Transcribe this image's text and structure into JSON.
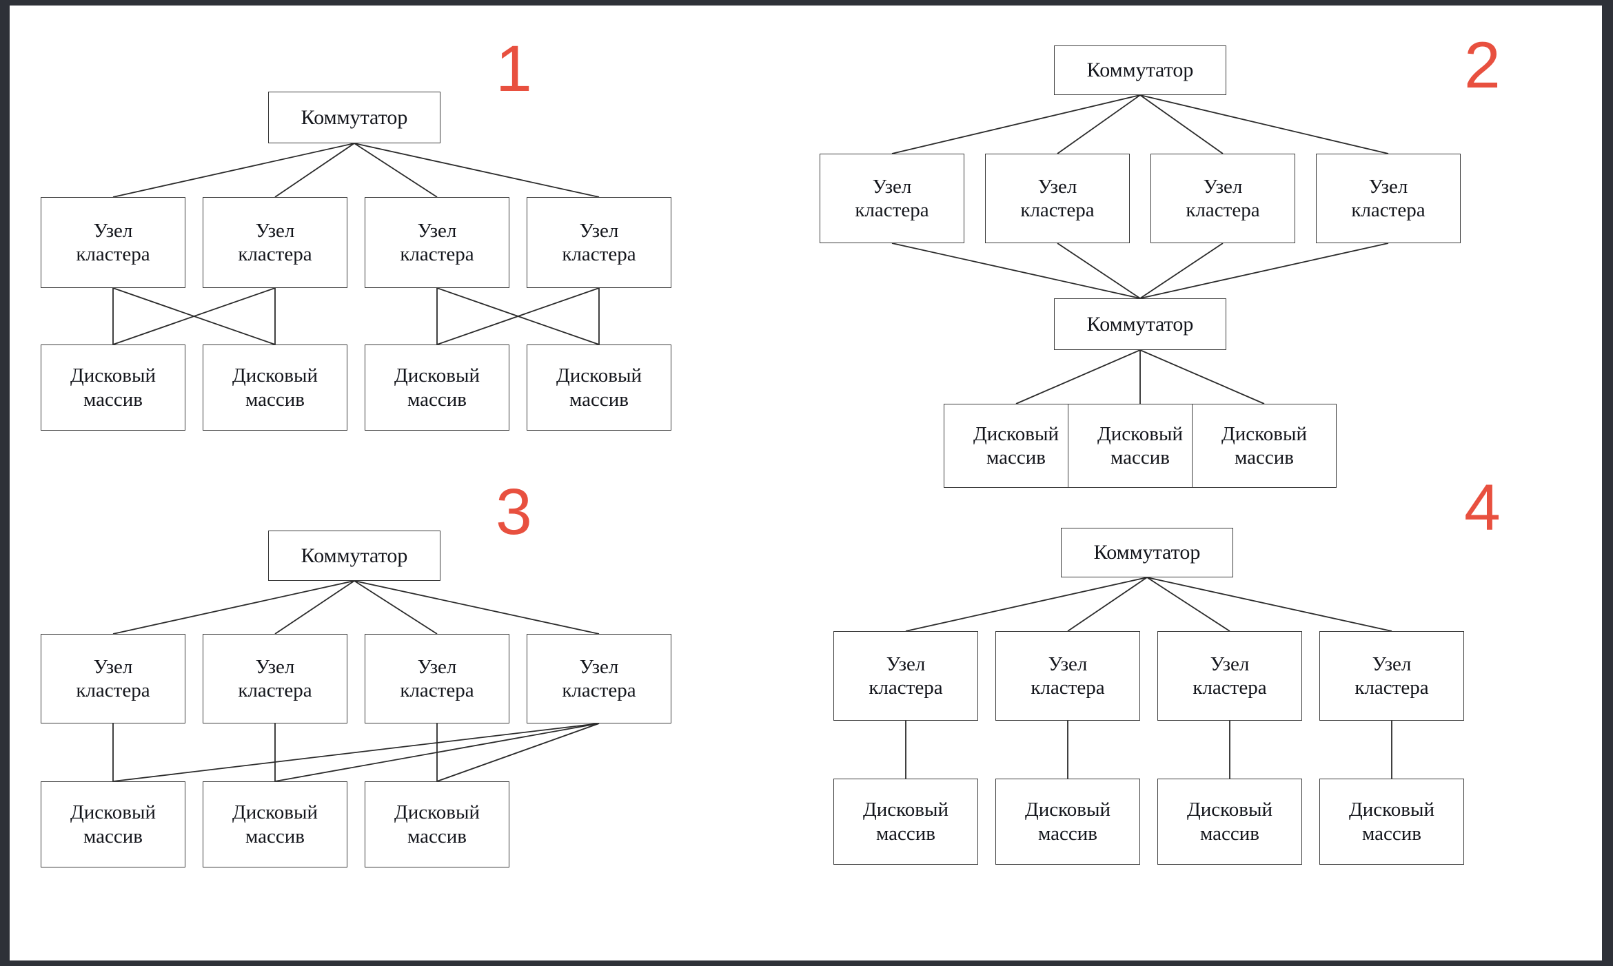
{
  "theme": {
    "page_background": "#ffffff",
    "canvas_background": "#2e3138",
    "box_border": "#3a3a3a",
    "edge_color": "#2b2b2b",
    "index_color": "#e8503f",
    "text_color": "#14161c"
  },
  "labels": {
    "switch": "Коммутатор",
    "cluster_node_line1": "Узел",
    "cluster_node_line2": "кластера",
    "disk_array_line1": "Дисковый",
    "disk_array_line2": "массив"
  },
  "panels": [
    {
      "index": "1",
      "description": "Один коммутатор, четыре узла кластера, четыре дисковых массива; узлы попарно перекрёстно подключены к дисковым массивам",
      "switch_count": 1,
      "cluster_node_count": 4,
      "disk_array_count": 4
    },
    {
      "index": "2",
      "description": "Верхний коммутатор, четыре узла кластера, нижний коммутатор, три дисковых массива",
      "switch_count": 2,
      "cluster_node_count": 4,
      "disk_array_count": 3
    },
    {
      "index": "3",
      "description": "Один коммутатор, четыре узла кластера, три дисковых массива; четвёртый узел подключён ко всем трём массивам",
      "switch_count": 1,
      "cluster_node_count": 4,
      "disk_array_count": 3
    },
    {
      "index": "4",
      "description": "Один коммутатор, четыре узла кластера, каждый узел соединён со своим дисковым массивом",
      "switch_count": 1,
      "cluster_node_count": 4,
      "disk_array_count": 4
    }
  ]
}
